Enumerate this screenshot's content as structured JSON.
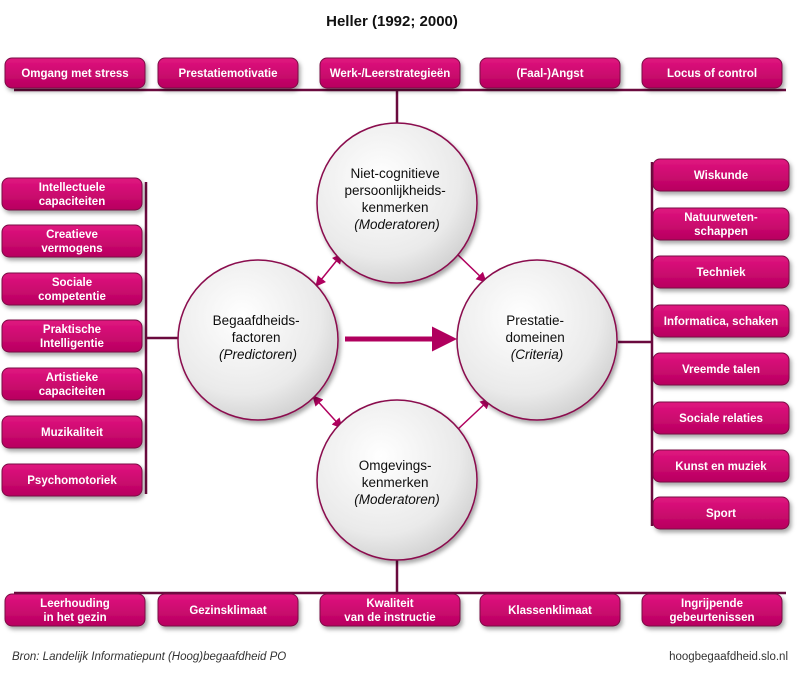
{
  "title": "Heller (1992; 2000)",
  "colors": {
    "box_fill": "#c8006e",
    "box_fill_light": "#e3117f",
    "box_shadow": "#3a0020",
    "line": "#6a0a3e",
    "arrow": "#b0005e",
    "circle_fill": "#eeeeee",
    "circle_edge": "#8a0a4e"
  },
  "top_boxes": [
    {
      "lines": [
        "Omgang met stress"
      ]
    },
    {
      "lines": [
        "Prestatiemotivatie"
      ]
    },
    {
      "lines": [
        "Werk-/Leerstrategieën"
      ]
    },
    {
      "lines": [
        "(Faal-)Angst"
      ]
    },
    {
      "lines": [
        "Locus of control"
      ]
    }
  ],
  "bottom_boxes": [
    {
      "lines": [
        "Leerhouding",
        "in het gezin"
      ]
    },
    {
      "lines": [
        "Gezinsklimaat"
      ]
    },
    {
      "lines": [
        "Kwaliteit",
        "van de instructie"
      ]
    },
    {
      "lines": [
        "Klassenklimaat"
      ]
    },
    {
      "lines": [
        "Ingrijpende",
        "gebeurtenissen"
      ]
    }
  ],
  "left_boxes": [
    {
      "lines": [
        "Intellectuele",
        "capaciteiten"
      ]
    },
    {
      "lines": [
        "Creatieve",
        "vermogens"
      ]
    },
    {
      "lines": [
        "Sociale",
        "competentie"
      ]
    },
    {
      "lines": [
        "Praktische",
        "Intelligentie"
      ]
    },
    {
      "lines": [
        "Artistieke",
        "capaciteiten"
      ]
    },
    {
      "lines": [
        "Muzikaliteit"
      ]
    },
    {
      "lines": [
        "Psychomotoriek"
      ]
    }
  ],
  "right_boxes": [
    {
      "lines": [
        "Wiskunde"
      ]
    },
    {
      "lines": [
        "Natuurweten-",
        "schappen"
      ]
    },
    {
      "lines": [
        "Techniek"
      ]
    },
    {
      "lines": [
        "Informatica, schaken"
      ]
    },
    {
      "lines": [
        "Vreemde talen"
      ]
    },
    {
      "lines": [
        "Sociale relaties"
      ]
    },
    {
      "lines": [
        "Kunst en muziek"
      ]
    },
    {
      "lines": [
        "Sport"
      ]
    }
  ],
  "circles": {
    "top": {
      "lines": [
        "Niet-cognitieve",
        "persoonlijkheids-",
        "kenmerken"
      ],
      "italic": "(Moderatoren)"
    },
    "left": {
      "lines": [
        "Begaafdheids-",
        "factoren"
      ],
      "italic": "(Predictoren)"
    },
    "right": {
      "lines": [
        "Prestatie-",
        "domeinen"
      ],
      "italic": "(Criteria)"
    },
    "bottom": {
      "lines": [
        "Omgevings-",
        "kenmerken"
      ],
      "italic": "(Moderatoren)"
    }
  },
  "footer": {
    "source": "Bron: Landelijk Informatiepunt (Hoog)begaafdheid PO",
    "site": "hoogbegaafdheid.slo.nl"
  }
}
